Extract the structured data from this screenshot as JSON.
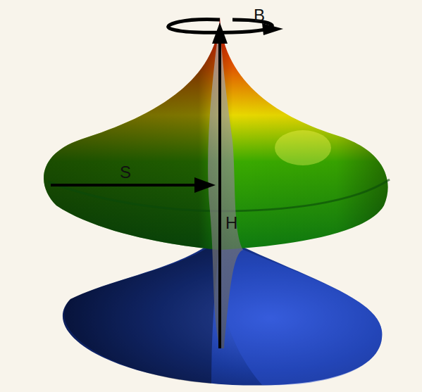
{
  "diagram": {
    "labels": [
      "B",
      "S",
      "H"
    ]
  }
}
